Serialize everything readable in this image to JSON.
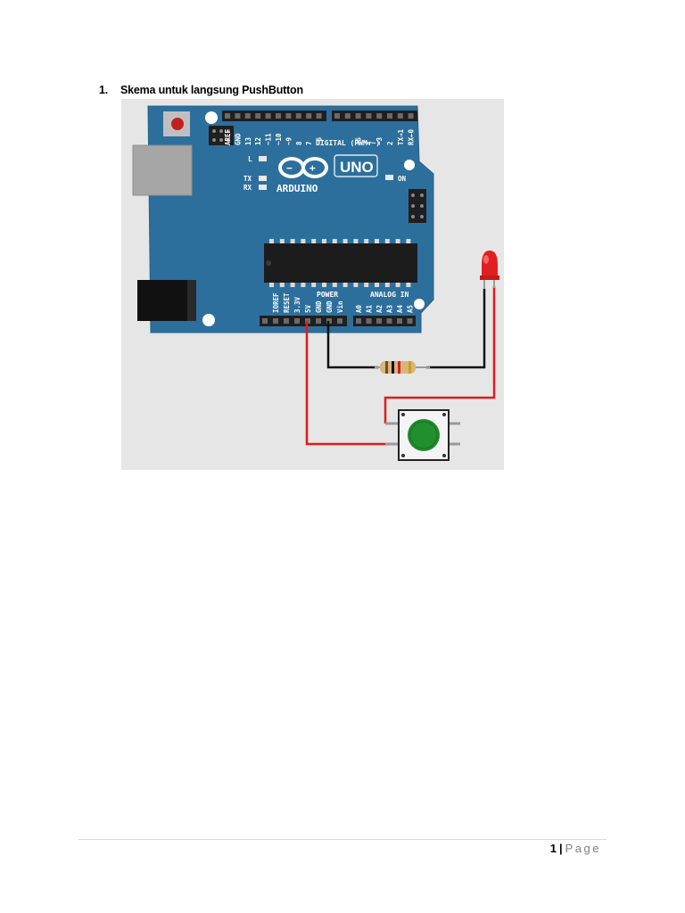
{
  "section": {
    "number": "1.",
    "title": "Skema untuk langsung PushButton"
  },
  "figure": {
    "board": {
      "brand": "ARDUINO",
      "model": "UNO",
      "digital_header_label": "DIGITAL (PWM ~)",
      "digital_pins": [
        "AREF",
        "GND",
        "13",
        "12",
        "~11",
        "~10",
        "~9",
        "8",
        "7",
        "~6",
        "~5",
        "4",
        "~3",
        "2",
        "TX→1",
        "RX←0"
      ],
      "power_header_label": "POWER",
      "power_pins": [
        "IOREF",
        "RESET",
        "3.3V",
        "5V",
        "GND",
        "GND",
        "Vin"
      ],
      "analog_header_label": "ANALOG IN",
      "analog_pins": [
        "A0",
        "A1",
        "A2",
        "A3",
        "A4",
        "A5"
      ],
      "led_labels": {
        "l": "L",
        "tx": "TX",
        "rx": "RX",
        "on": "ON"
      }
    },
    "components": {
      "led_color": "#e02020",
      "button_color": "#1e8a2a",
      "wire_red": "#e01b1b",
      "wire_black": "#111111",
      "board_color": "#2d6f9c"
    }
  },
  "footer": {
    "page_number": "1",
    "separator": "|",
    "page_word": "Page"
  }
}
